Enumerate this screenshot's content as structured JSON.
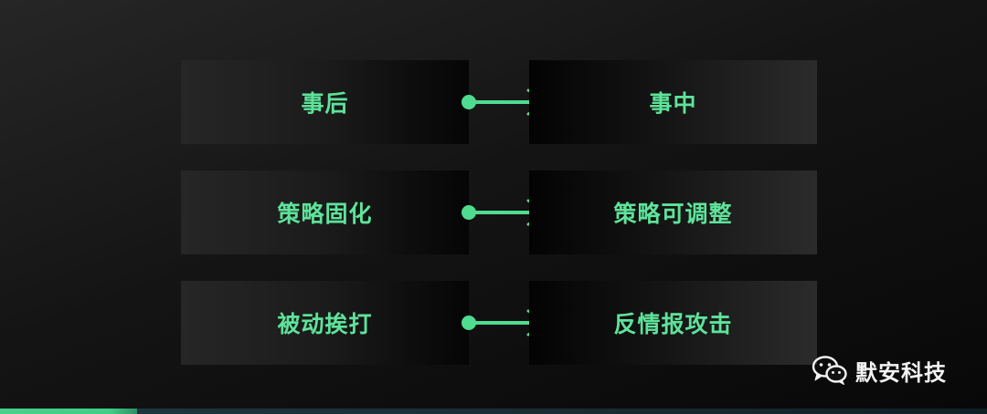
{
  "rows": [
    {
      "from": "事后",
      "to": "事中"
    },
    {
      "from": "策略固化",
      "to": "策略可调整"
    },
    {
      "from": "被动挨打",
      "to": "反情报攻击"
    }
  ],
  "watermark": {
    "icon": "wechat-icon",
    "text": "默安科技"
  },
  "colors": {
    "accent": "#5ee39a",
    "arrow": "#4fdc91"
  }
}
